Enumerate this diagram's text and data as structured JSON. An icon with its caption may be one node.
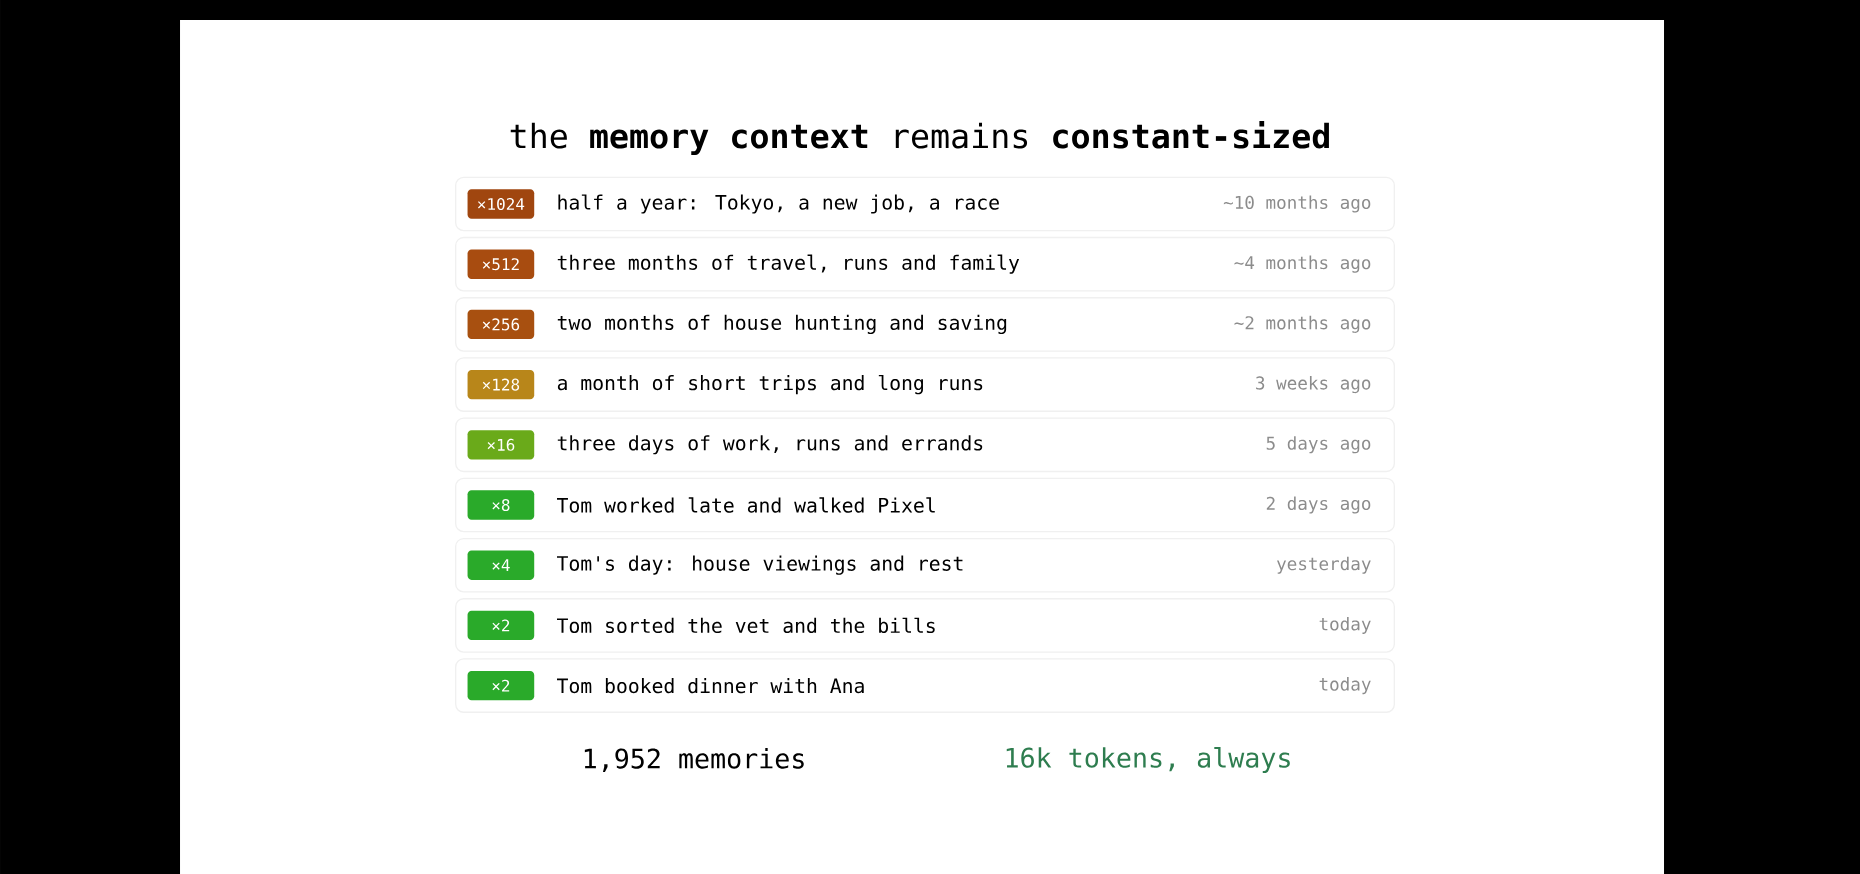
{
  "diagram": {
    "title": "the **memory context** remains **constant-sized**",
    "nodes": [
      {
        "text": [
          "half a year: Tokyo, a new job, a race",
          "~10 months ago"
        ]
      },
      {
        "text": [
          "×1024"
        ],
        "in": 0
      },
      {
        "text": [
          "three months of travel, runs and family",
          "~4 months ago"
        ]
      },
      {
        "text": [
          "×512"
        ],
        "in": 2
      },
      {
        "text": [
          "two months of house hunting and saving",
          "~2 months ago"
        ]
      },
      {
        "text": [
          "×256"
        ],
        "in": 4
      },
      {
        "text": [
          "a month of short trips and long runs",
          "3 weeks ago"
        ]
      },
      {
        "text": [
          "×128"
        ],
        "in": 6
      },
      {
        "text": [
          "three days of work, runs and errands",
          "5 days ago"
        ]
      },
      {
        "text": [
          "×16"
        ],
        "in": 8
      },
      {
        "text": [
          "Tom worked late and walked Pixel",
          "2 days ago"
        ]
      },
      {
        "text": [
          "×8"
        ],
        "in": 10
      },
      {
        "text": [
          "Tom's day: house viewings and rest",
          "yesterday"
        ]
      },
      {
        "text": [
          "×4"
        ],
        "in": 12
      },
      {
        "text": [
          "Tom sorted the vet and the bills",
          "today"
        ]
      },
      {
        "text": [
          "×2"
        ],
        "in": 14
      },
      {
        "text": [
          "Tom booked dinner with Ana",
          "today"
        ]
      },
      {
        "text": [
          "×2"
        ],
        "in": 16
      }
    ],
    "labels": [
      "1,952 memories",
      "16k tokens, always"
    ]
  }
}
